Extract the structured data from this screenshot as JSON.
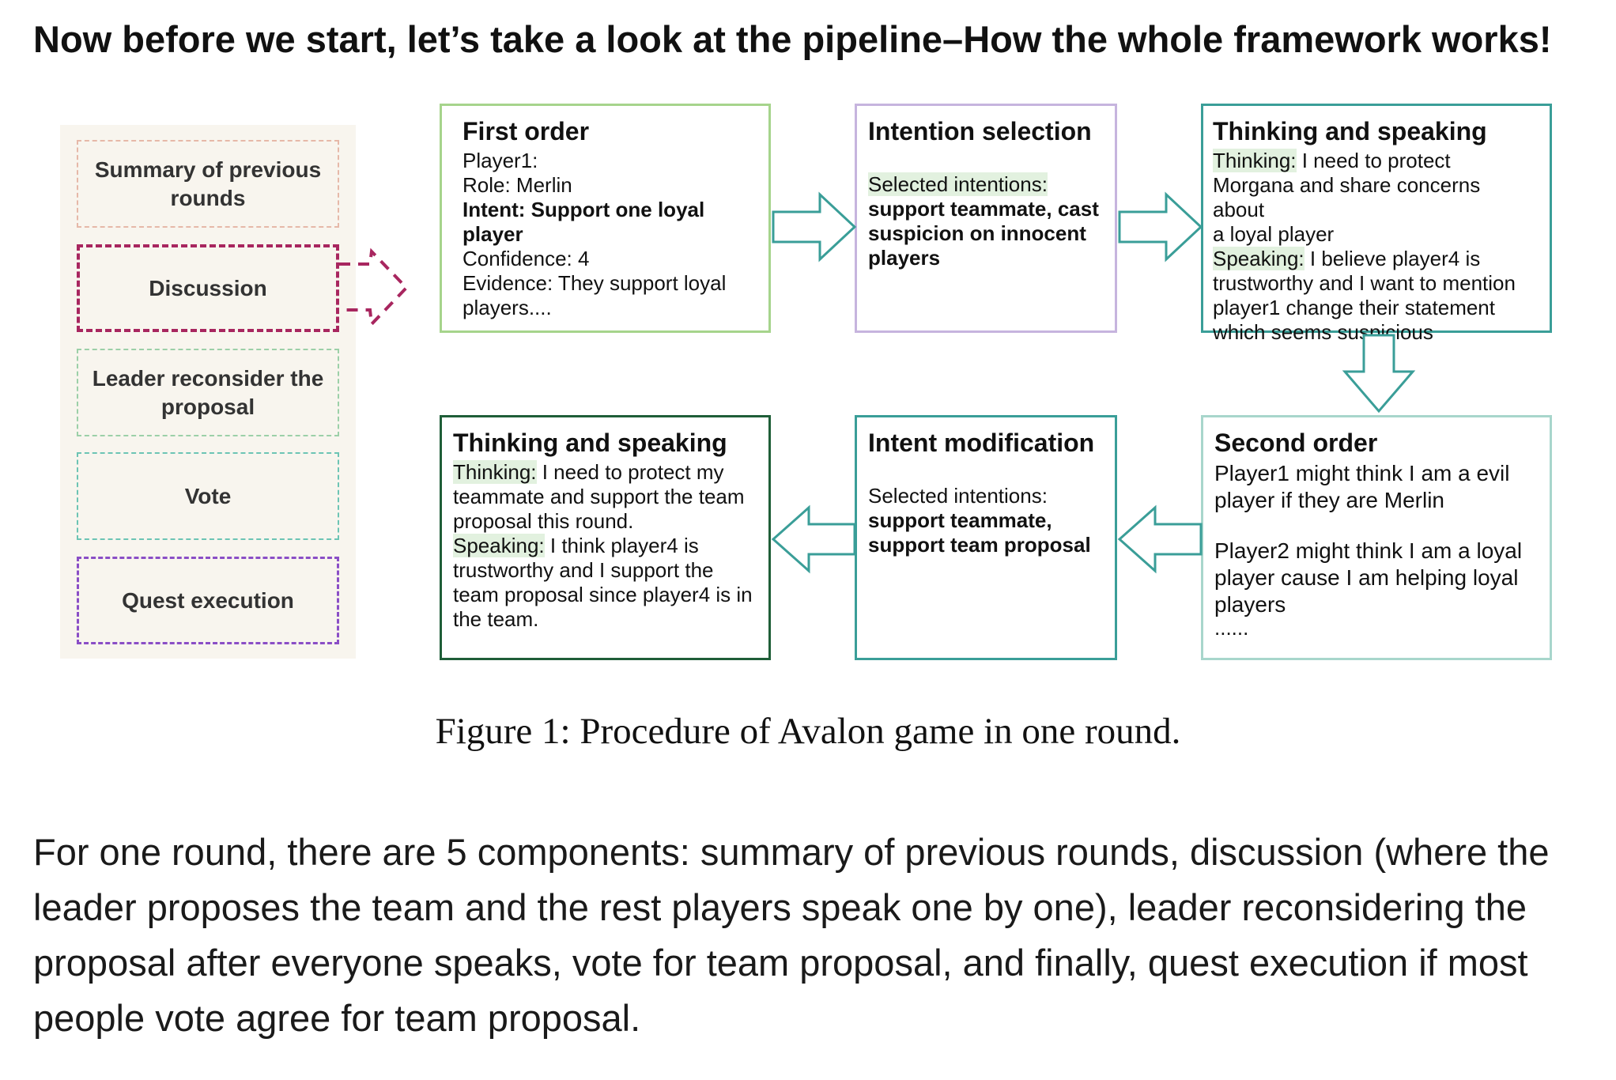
{
  "heading": "Now before we start, let’s take a look at the pipeline–How the whole framework works!",
  "stages": {
    "summary": {
      "line1": "Summary of previous",
      "line2": "rounds"
    },
    "discussion": "Discussion",
    "reconsider": {
      "line1": "Leader reconsider the",
      "line2": "proposal"
    },
    "vote": "Vote",
    "quest": "Quest execution"
  },
  "first_order": {
    "title": "First order",
    "player": "Player1:",
    "role": "Role: Merlin",
    "intent_1": "Intent: Support one loyal",
    "intent_2": "player",
    "confidence": "Confidence: 4",
    "evidence_1": "Evidence: They support loyal",
    "evidence_2": "players...."
  },
  "intention_selection": {
    "title": "Intention selection",
    "label": "Selected intentions:",
    "line1": "support teammate, cast",
    "line2": "suspicion on innocent",
    "line3": "players"
  },
  "thinking_speaking_1": {
    "title": "Thinking and speaking",
    "thinking_label": "Thinking:",
    "thinking_1": " I need to protect",
    "thinking_2": "Morgana and share concerns about",
    "thinking_3": "a loyal player",
    "speaking_label": "Speaking:",
    "speaking_1": " I believe player4 is",
    "speaking_2": "trustworthy and I want to mention",
    "speaking_3": "player1 change their statement",
    "speaking_4": "which seems suspicious"
  },
  "second_order": {
    "title": "Second order",
    "line1": "Player1 might think I am a evil",
    "line2": "player if they are Merlin",
    "line3": "Player2 might think I am a loyal",
    "line4": "player cause I am helping loyal",
    "line5": "players",
    "ellipsis": "......"
  },
  "intent_modification": {
    "title": "Intent modification",
    "label": "Selected intentions:",
    "line1": "support teammate,",
    "line2": "support team proposal"
  },
  "thinking_speaking_2": {
    "title": "Thinking and speaking",
    "thinking_label": "Thinking:",
    "thinking_1": " I need to protect my",
    "thinking_2": "teammate and support the team",
    "thinking_3": "proposal this round.",
    "speaking_label": "Speaking:",
    "speaking_1": " I think player4 is",
    "speaking_2": "trustworthy and I support the",
    "speaking_3": "team proposal since player4 is in",
    "speaking_4": "the team."
  },
  "caption": "Figure 1: Procedure of Avalon game in one round.",
  "body": "For one round, there are 5 components: summary of previous rounds, discussion (where the leader proposes the team and the rest players speak one by one), leader reconsidering the proposal after everyone speaks, vote for team proposal, and finally, quest execution if most people vote agree for team proposal.",
  "colors": {
    "panel_bg": "#f8f5ee",
    "discussion_border": "#a8265f",
    "quest_border": "#8a4ec6",
    "first_order_border": "#a6d48c",
    "intention_border": "#c6b4de",
    "teal": "#3a9e98",
    "dark_green": "#1f5e38",
    "highlight": "#e2f1df"
  }
}
